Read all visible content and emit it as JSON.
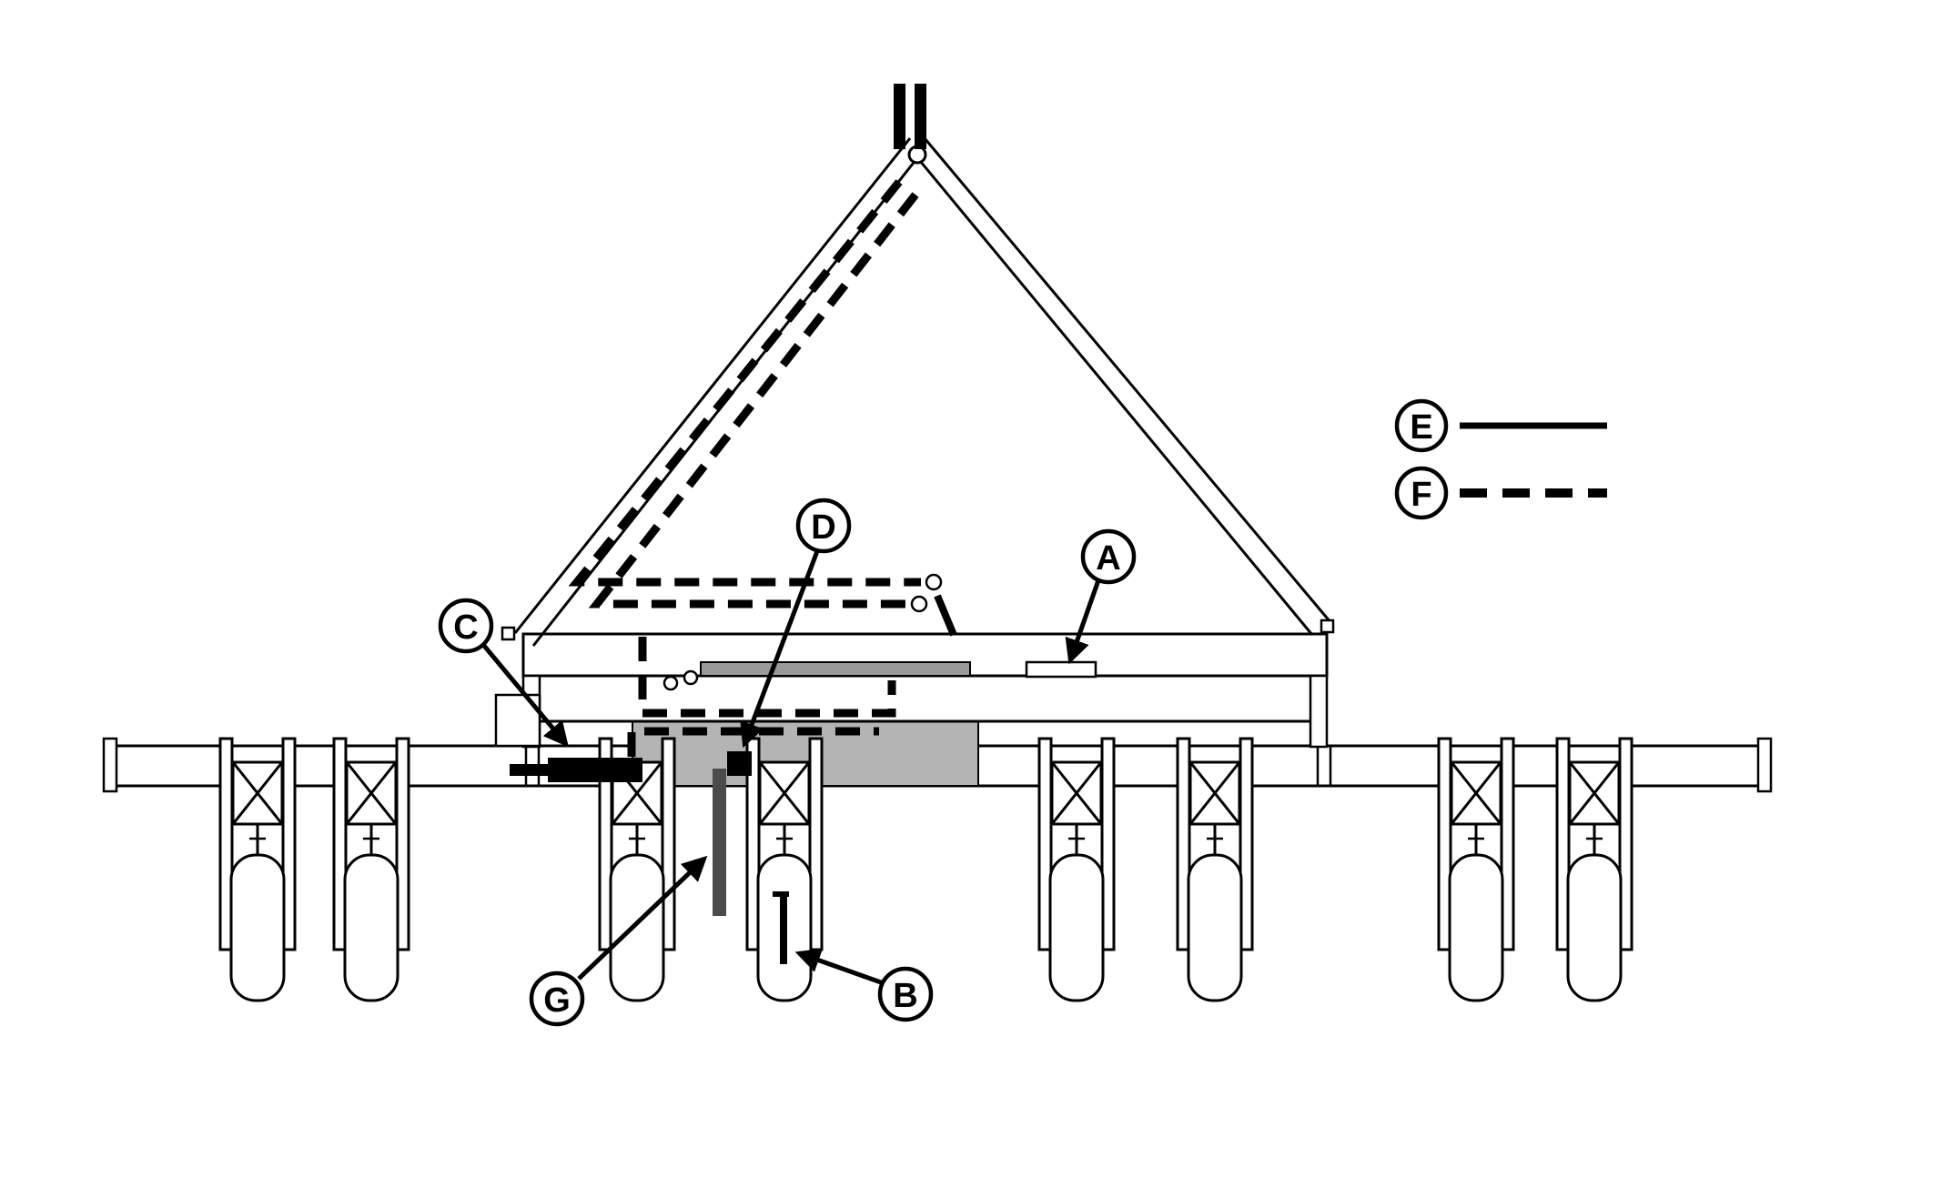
{
  "colors": {
    "line": "#000000",
    "background": "#ffffff",
    "shade_gray": "#b4b4b4",
    "band_gray": "#9a9a9a",
    "dark_gray": "#4b4b4b"
  },
  "legend": {
    "e": {
      "label": "E",
      "line_style": "solid"
    },
    "f": {
      "label": "F",
      "line_style": "dashed"
    }
  },
  "callouts": {
    "a": {
      "label": "A"
    },
    "b": {
      "label": "B"
    },
    "c": {
      "label": "C"
    },
    "d": {
      "label": "D"
    },
    "g": {
      "label": "G"
    }
  }
}
